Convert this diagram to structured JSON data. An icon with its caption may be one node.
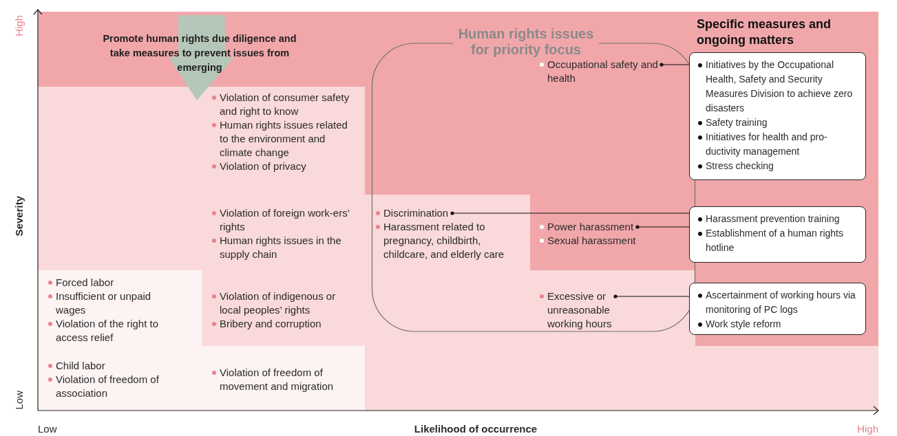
{
  "diagram": {
    "nodes": [
      {
        "text": [
          "Promote human rights due diligence and take measures to prevent issues from emerging"
        ]
      },
      {
        "text": [
          "Human rights issues for priority focus"
        ]
      },
      {
        "text": [
          "Occupational safety and health"
        ],
        "in": 1
      },
      {
        "text": [
          "Violation of consumer safety and right to know"
        ]
      },
      {
        "text": [
          "Human rights issues related to the environment and climate change"
        ]
      },
      {
        "text": [
          "Violation of privacy"
        ]
      },
      {
        "text": [
          "Violation of foreign work-ers’ rights"
        ]
      },
      {
        "text": [
          "Human rights issues in the supply chain"
        ]
      },
      {
        "text": [
          "Discrimination"
        ],
        "in": 1
      },
      {
        "text": [
          "Harassment related to pregnancy, childbirth, childcare, and elderly care"
        ],
        "in": 1
      },
      {
        "text": [
          "Power harassment"
        ],
        "in": 1
      },
      {
        "text": [
          "Sexual harassment"
        ],
        "in": 1
      },
      {
        "text": [
          "Forced labor"
        ]
      },
      {
        "text": [
          "Insufficient or unpaid wages"
        ]
      },
      {
        "text": [
          "Violation of the right to access relief"
        ]
      },
      {
        "text": [
          "Violation of indigenous or local peoples’ rights"
        ]
      },
      {
        "text": [
          "Bribery and corruption"
        ]
      },
      {
        "text": [
          "Excessive or unreasonable working hours"
        ],
        "in": 1
      },
      {
        "text": [
          "Child labor"
        ]
      },
      {
        "text": [
          "Violation of freedom of association"
        ]
      },
      {
        "text": [
          "Violation of freedom of movement and migration"
        ]
      },
      {
        "text": [
          "Initiatives by the Occupational Health, Safety and Security Measures Division to achieve zero disasters",
          "Safety training",
          "Initiatives for health and pro-ductivity management",
          "Stress checking"
        ]
      },
      {
        "text": [
          "Harassment prevention training",
          "Establishment of a human rights hotline"
        ]
      },
      {
        "text": [
          "Ascertainment of working hours via monitoring of PC logs",
          "Work style reform"
        ]
      }
    ],
    "edges": [
      {
        "from": 2,
        "to": 21,
        "arrow": "other"
      },
      {
        "from": 8,
        "to": 22,
        "arrow": "other"
      },
      {
        "from": 10,
        "to": 22,
        "arrow": "other"
      },
      {
        "from": 17,
        "to": 23,
        "arrow": "other"
      }
    ],
    "labels": [
      "High",
      "Specific measures and ongoing matters",
      "Severity",
      "Low",
      "Low",
      "Likelihood of occurrence",
      "High"
    ]
  }
}
